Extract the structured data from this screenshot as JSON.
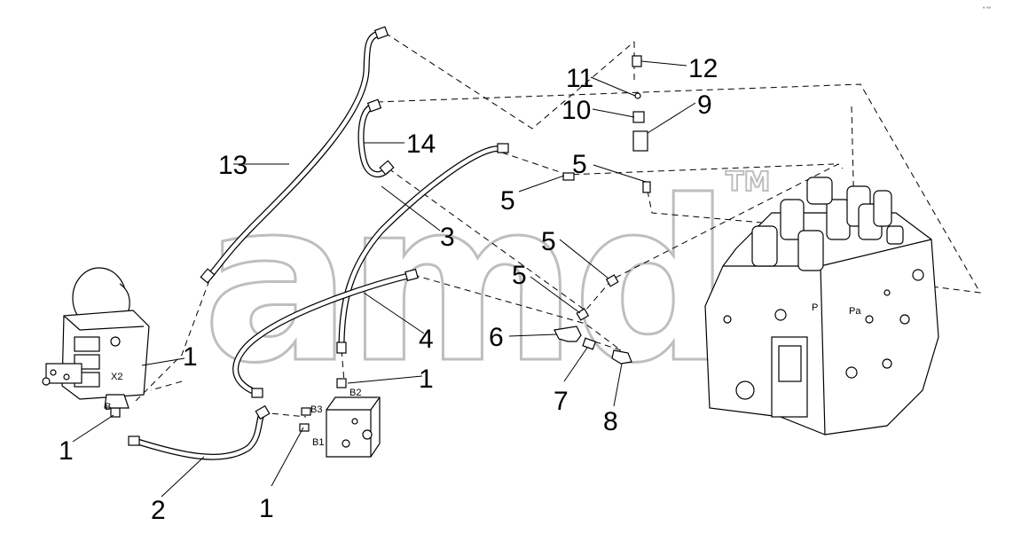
{
  "watermark": {
    "text": "amd",
    "trademark": "TM"
  },
  "corner_mark": "° °°",
  "callouts": [
    {
      "id": "c1a",
      "label": "1"
    },
    {
      "id": "c1b",
      "label": "1"
    },
    {
      "id": "c1c",
      "label": "1"
    },
    {
      "id": "c1d",
      "label": "1"
    },
    {
      "id": "c2",
      "label": "2"
    },
    {
      "id": "c3",
      "label": "3"
    },
    {
      "id": "c4",
      "label": "4"
    },
    {
      "id": "c5a",
      "label": "5"
    },
    {
      "id": "c5b",
      "label": "5"
    },
    {
      "id": "c5c",
      "label": "5"
    },
    {
      "id": "c5d",
      "label": "5"
    },
    {
      "id": "c6",
      "label": "6"
    },
    {
      "id": "c7",
      "label": "7"
    },
    {
      "id": "c8",
      "label": "8"
    },
    {
      "id": "c9",
      "label": "9"
    },
    {
      "id": "c10",
      "label": "10"
    },
    {
      "id": "c11",
      "label": "11"
    },
    {
      "id": "c12",
      "label": "12"
    },
    {
      "id": "c13",
      "label": "13"
    },
    {
      "id": "c14",
      "label": "14"
    }
  ],
  "ports": {
    "x2": "X2",
    "b_left": "B",
    "b1": "B1",
    "b2": "B2",
    "b3": "B3",
    "p": "P",
    "pa": "Pa"
  }
}
